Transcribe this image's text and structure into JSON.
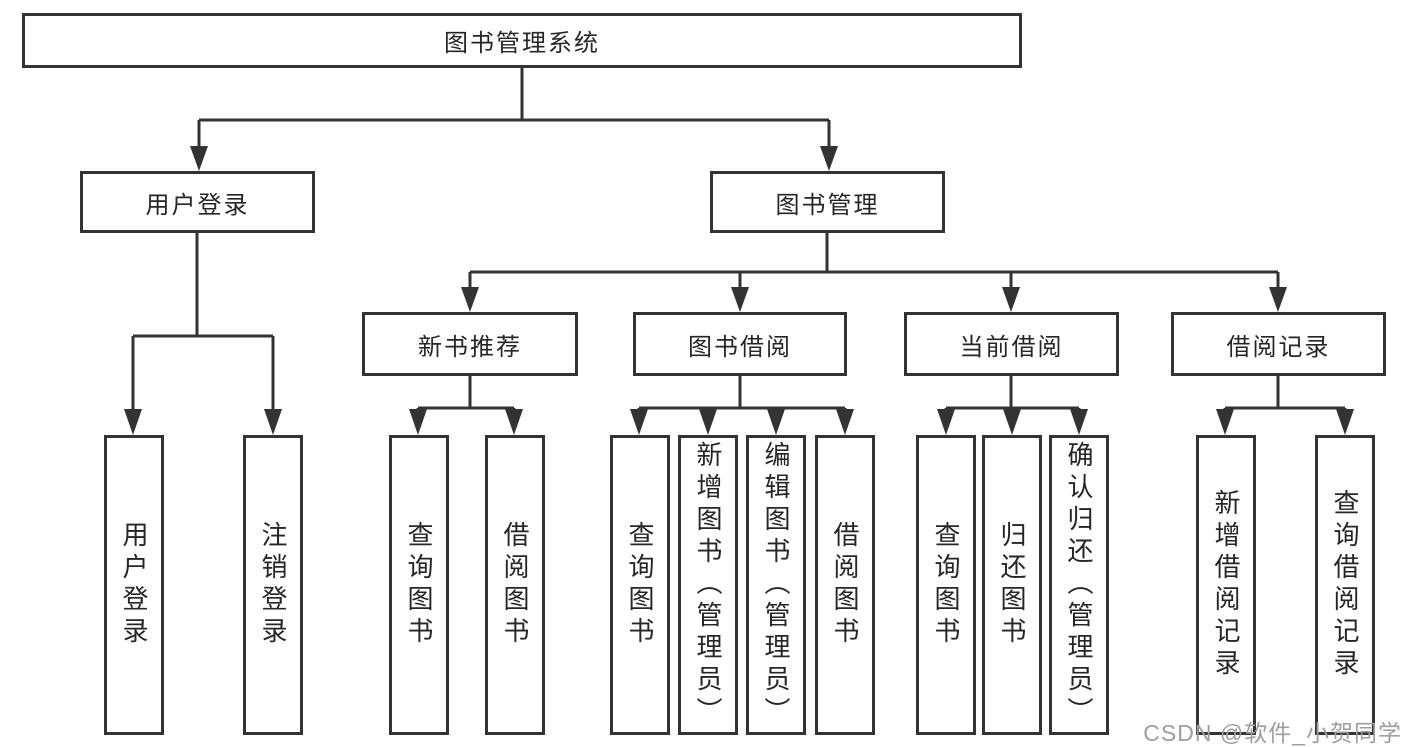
{
  "colors": {
    "line": "#333333",
    "border": "#333333",
    "text": "#262626",
    "bg": "#ffffff",
    "watermark": "#9e9e9e"
  },
  "root": {
    "label": "图书管理系统"
  },
  "level2": [
    {
      "label": "用户登录"
    },
    {
      "label": "图书管理"
    }
  ],
  "level3": [
    {
      "label": "新书推荐"
    },
    {
      "label": "图书借阅"
    },
    {
      "label": "当前借阅"
    },
    {
      "label": "借阅记录"
    }
  ],
  "leaves": [
    {
      "label": "用户登录"
    },
    {
      "label": "注销登录"
    },
    {
      "label": "查询图书"
    },
    {
      "label": "借阅图书"
    },
    {
      "label": "查询图书"
    },
    {
      "label": "新增图书（管理员）"
    },
    {
      "label": "编辑图书（管理员）"
    },
    {
      "label": "借阅图书"
    },
    {
      "label": "查询图书"
    },
    {
      "label": "归还图书"
    },
    {
      "label": "确认归还（管理员）"
    },
    {
      "label": "新增借阅记录"
    },
    {
      "label": "查询借阅记录"
    }
  ],
  "hierarchy": {
    "图书管理系统": [
      "用户登录",
      "图书管理"
    ],
    "用户登录": [
      "用户登录",
      "注销登录"
    ],
    "图书管理": [
      "新书推荐",
      "图书借阅",
      "当前借阅",
      "借阅记录"
    ],
    "新书推荐": [
      "查询图书",
      "借阅图书"
    ],
    "图书借阅": [
      "查询图书",
      "新增图书（管理员）",
      "编辑图书（管理员）",
      "借阅图书"
    ],
    "当前借阅": [
      "查询图书",
      "归还图书",
      "确认归还（管理员）"
    ],
    "借阅记录": [
      "新增借阅记录",
      "查询借阅记录"
    ]
  },
  "watermark": {
    "label": "CSDN @软件_小贺同学"
  }
}
